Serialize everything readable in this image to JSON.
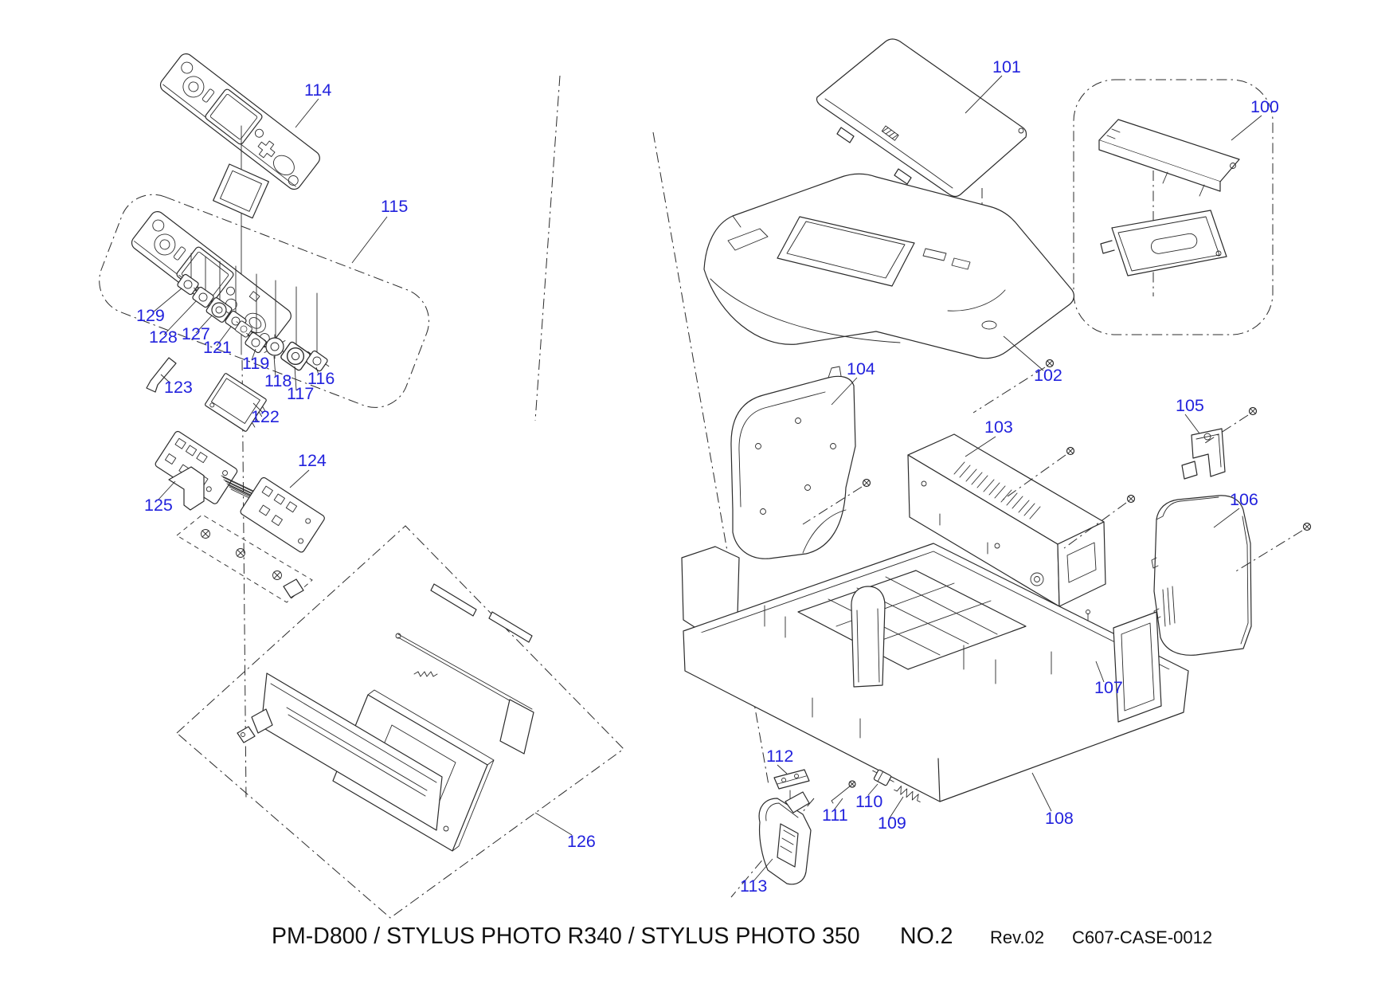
{
  "page": {
    "background": "#ffffff",
    "label_color": "#2222dd",
    "line_color": "#2b2b2b"
  },
  "title": {
    "model_line": "PM-D800 / STYLUS PHOTO R340 / STYLUS PHOTO 350",
    "sheet": "NO.2",
    "revision": "Rev.02",
    "document_code": "C607-CASE-0012"
  },
  "parts": [
    {
      "num": "100"
    },
    {
      "num": "101"
    },
    {
      "num": "102"
    },
    {
      "num": "103"
    },
    {
      "num": "104"
    },
    {
      "num": "105"
    },
    {
      "num": "106"
    },
    {
      "num": "107"
    },
    {
      "num": "108"
    },
    {
      "num": "109"
    },
    {
      "num": "110"
    },
    {
      "num": "111"
    },
    {
      "num": "112"
    },
    {
      "num": "113"
    },
    {
      "num": "114"
    },
    {
      "num": "115"
    },
    {
      "num": "116"
    },
    {
      "num": "117"
    },
    {
      "num": "118"
    },
    {
      "num": "119"
    },
    {
      "num": "121"
    },
    {
      "num": "122"
    },
    {
      "num": "123"
    },
    {
      "num": "124"
    },
    {
      "num": "125"
    },
    {
      "num": "126"
    },
    {
      "num": "127"
    },
    {
      "num": "128"
    },
    {
      "num": "129"
    }
  ]
}
